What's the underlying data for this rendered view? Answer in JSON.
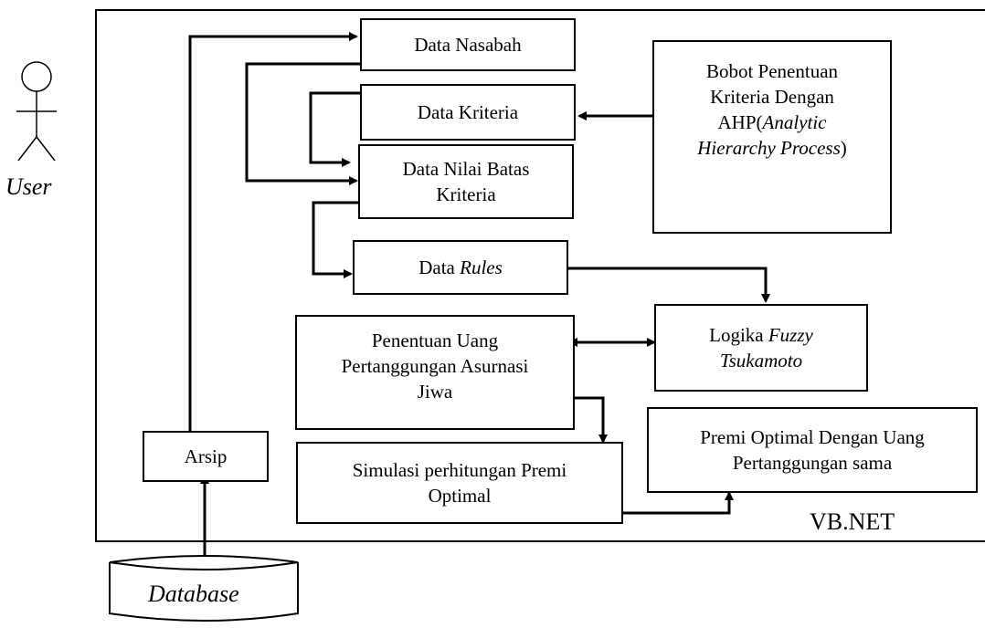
{
  "actor": {
    "label": "User"
  },
  "system": {
    "label": "VB.NET"
  },
  "database": {
    "label": "Database"
  },
  "nodes": {
    "data_nasabah": "Data Nasabah",
    "data_kriteria": "Data Kriteria",
    "data_nilai_batas": {
      "l1": "Data Nilai Batas",
      "l2": "Kriteria"
    },
    "data_rules": {
      "prefix": "Data ",
      "italic": "Rules"
    },
    "bobot": {
      "l1": "Bobot Penentuan",
      "l2": "Kriteria Dengan",
      "l3_a": "AHP(",
      "l3_b": "Analytic",
      "l4": "Hierarchy Process",
      "l4_close": ")"
    },
    "logika": {
      "prefix": "Logika ",
      "italic1": "Fuzzy",
      "italic2": "Tsukamoto"
    },
    "penentuan": {
      "l1": "Penentuan Uang",
      "l2": "Pertanggungan Asurnasi",
      "l3": "Jiwa"
    },
    "simulasi": {
      "l1": "Simulasi perhitungan Premi",
      "l2": "Optimal"
    },
    "premi_optimal": {
      "l1": "Premi Optimal Dengan Uang",
      "l2": "Pertanggungan sama"
    },
    "arsip": "Arsip"
  }
}
